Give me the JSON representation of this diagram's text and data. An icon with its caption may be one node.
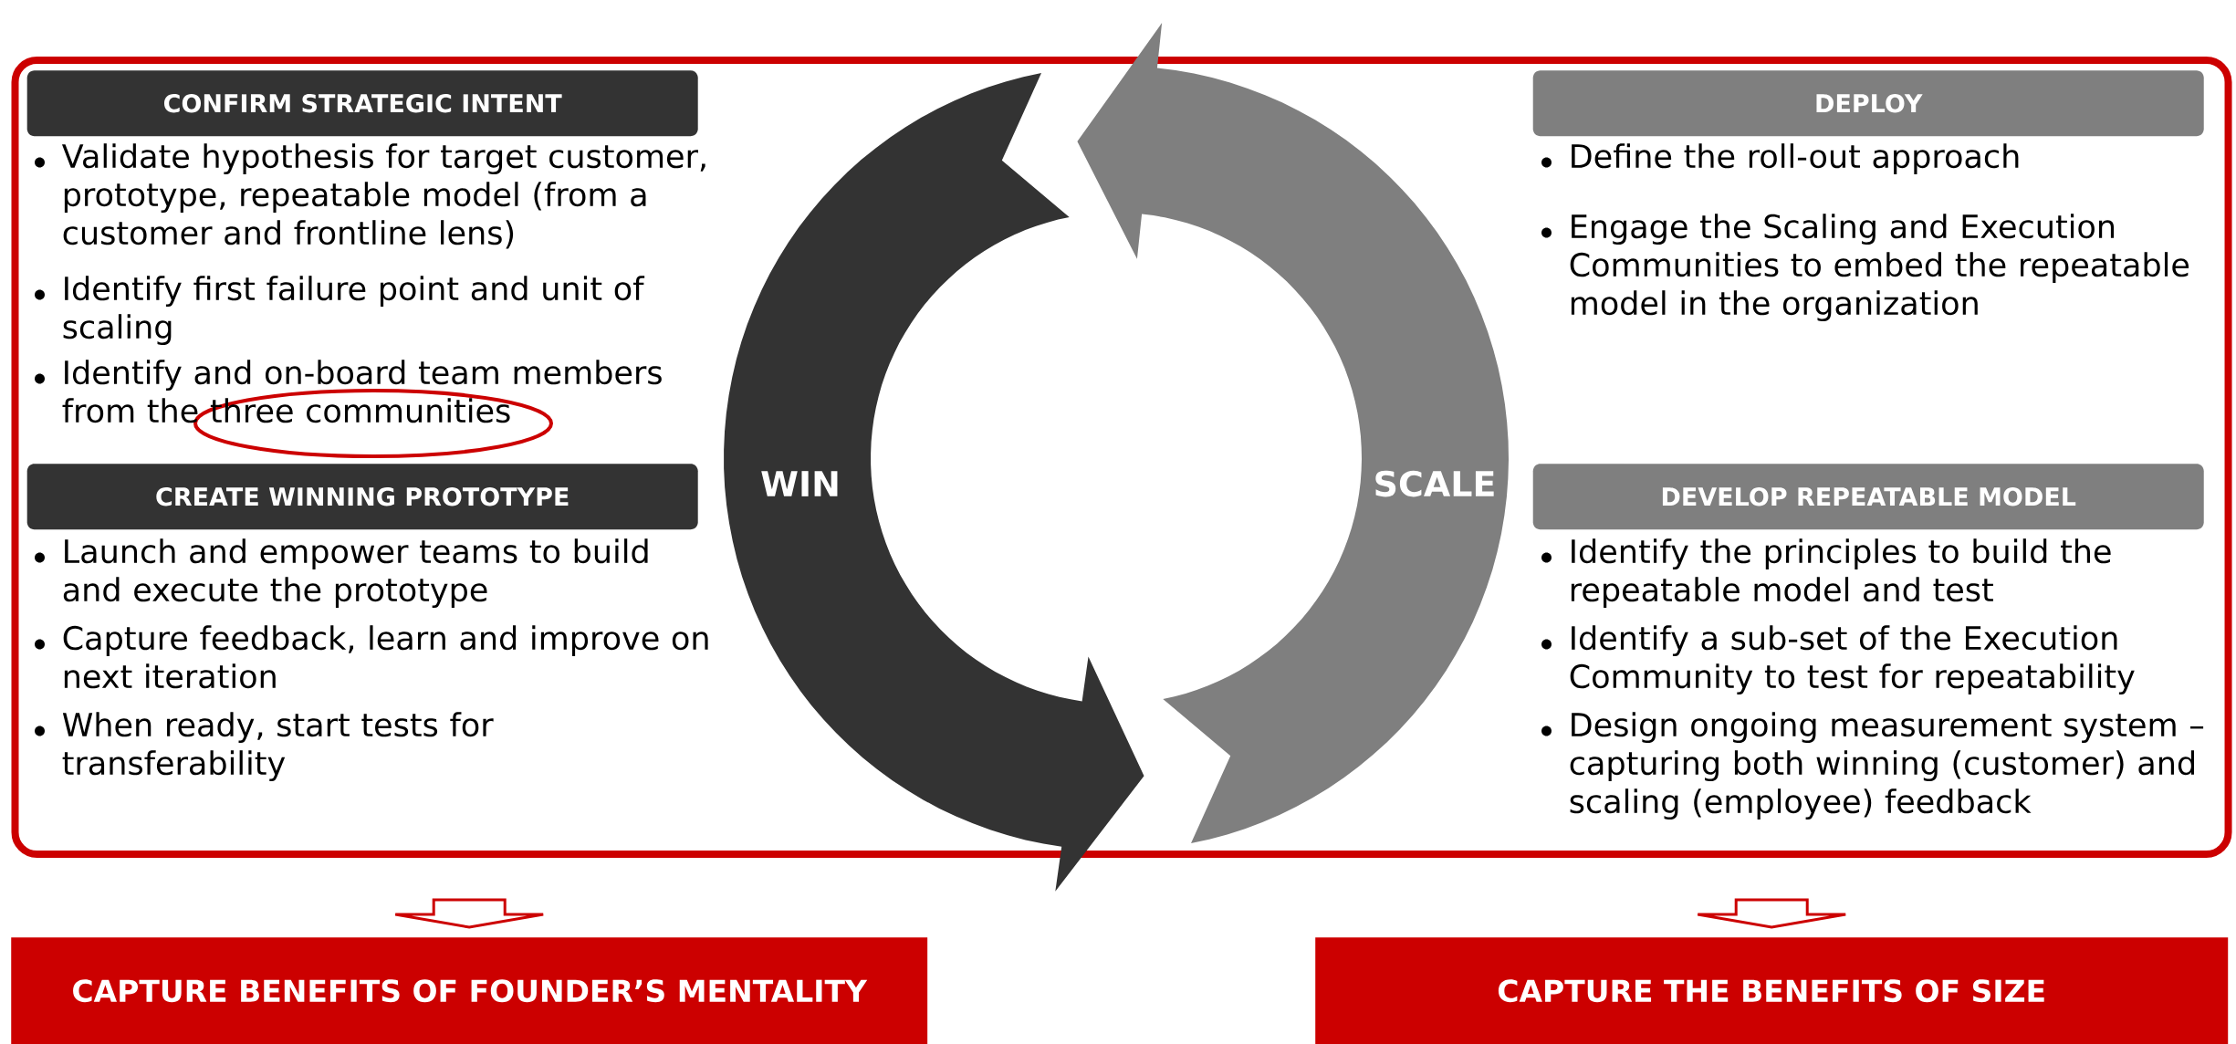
{
  "diagram": {
    "nodes": [
      {
        "text": [],
        "shape": "box"
      },
      {
        "text": [
          "CONFIRM STRATEGIC INTENT",
          "Validate hypothesis for target customer, prototype, repeatable model (from a customer and frontline lens)",
          "Identify first failure point and unit of scaling",
          "Identify and on-board team members from the three communities"
        ],
        "in": 0
      },
      {
        "text": [
          "CREATE WINNING PROTOTYPE",
          "Launch and empower teams to build and execute the prototype",
          "Capture feedback, learn and improve on next iteration",
          "When ready, start tests for transferability"
        ],
        "in": 0
      },
      {
        "text": [
          "DEPLOY",
          "Define the roll-out approach",
          "Engage the Scaling and Execution Communities to embed the repeatable model in the organization"
        ],
        "in": 0
      },
      {
        "text": [
          "DEVELOP REPEATABLE MODEL",
          "Identify the principles to build the repeatable model and test",
          "Identify a sub-set of the Execution Community to test for repeatability",
          "Design ongoing measurement system – capturing both winning (customer) and scaling (employee) feedback"
        ],
        "in": 0
      },
      {
        "text": [
          "CAPTURE BENEFITS OF FOUNDER’S MENTALITY"
        ]
      },
      {
        "text": [
          "CAPTURE THE BENEFITS OF SIZE"
        ]
      }
    ],
    "edges": [
      {
        "from": 0,
        "to": 5,
        "arrow": "to"
      },
      {
        "from": 0,
        "to": 6,
        "arrow": "to"
      }
    ],
    "labels": [
      "WIN",
      "SCALE"
    ]
  }
}
